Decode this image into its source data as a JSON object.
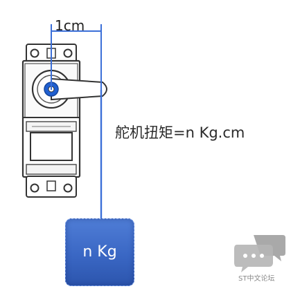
{
  "diagram": {
    "dimension_label": "1cm",
    "torque_label": "舵机扭矩=n Kg.cm",
    "weight_label": "n Kg"
  },
  "watermark": {
    "text": "ST中文论坛"
  },
  "colors": {
    "weight_fill": "#3a67c4",
    "string_line": "#3b6fd8",
    "servo_outline": "#333333"
  }
}
